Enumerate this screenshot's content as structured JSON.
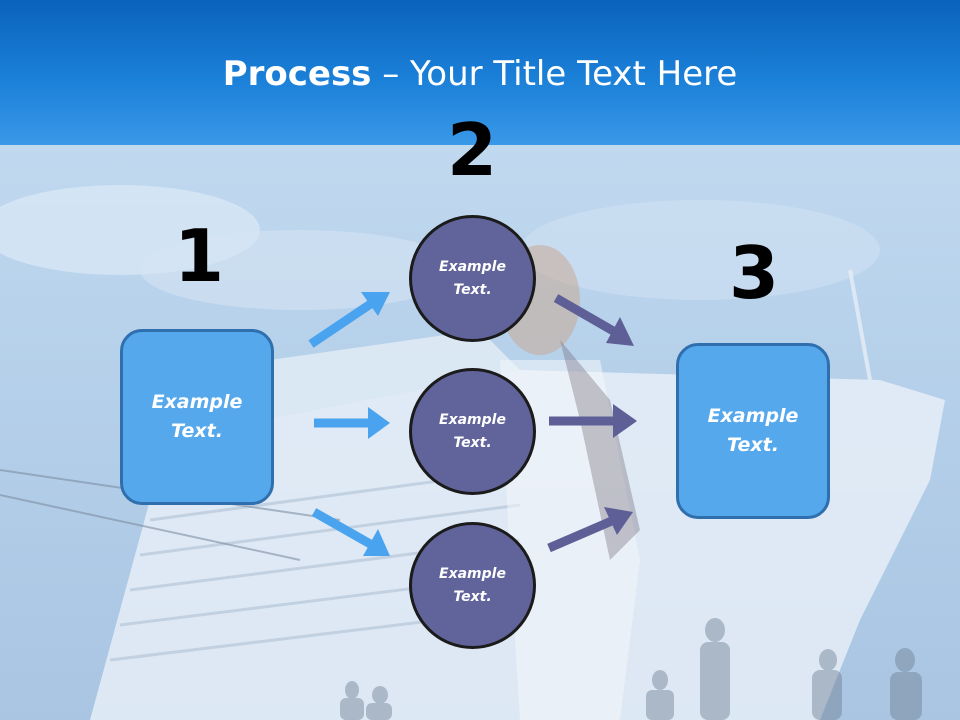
{
  "title": {
    "bold": "Process",
    "rest": " – Your Title Text Here"
  },
  "numbers": [
    "1",
    "2",
    "3"
  ],
  "left_box": {
    "text_line1": "Example",
    "text_line2": "Text."
  },
  "right_box": {
    "text_line1": "Example",
    "text_line2": "Text."
  },
  "circles": [
    {
      "text_line1": "Example",
      "text_line2": "Text."
    },
    {
      "text_line1": "Example",
      "text_line2": "Text."
    },
    {
      "text_line1": "Example",
      "text_line2": "Text."
    }
  ],
  "colors": {
    "header": "#1b80d8",
    "box_fill": "#55a8ec",
    "circle_fill": "#61649a",
    "arrow_blue": "#4aa3ee",
    "arrow_purple": "#5d5f96"
  }
}
